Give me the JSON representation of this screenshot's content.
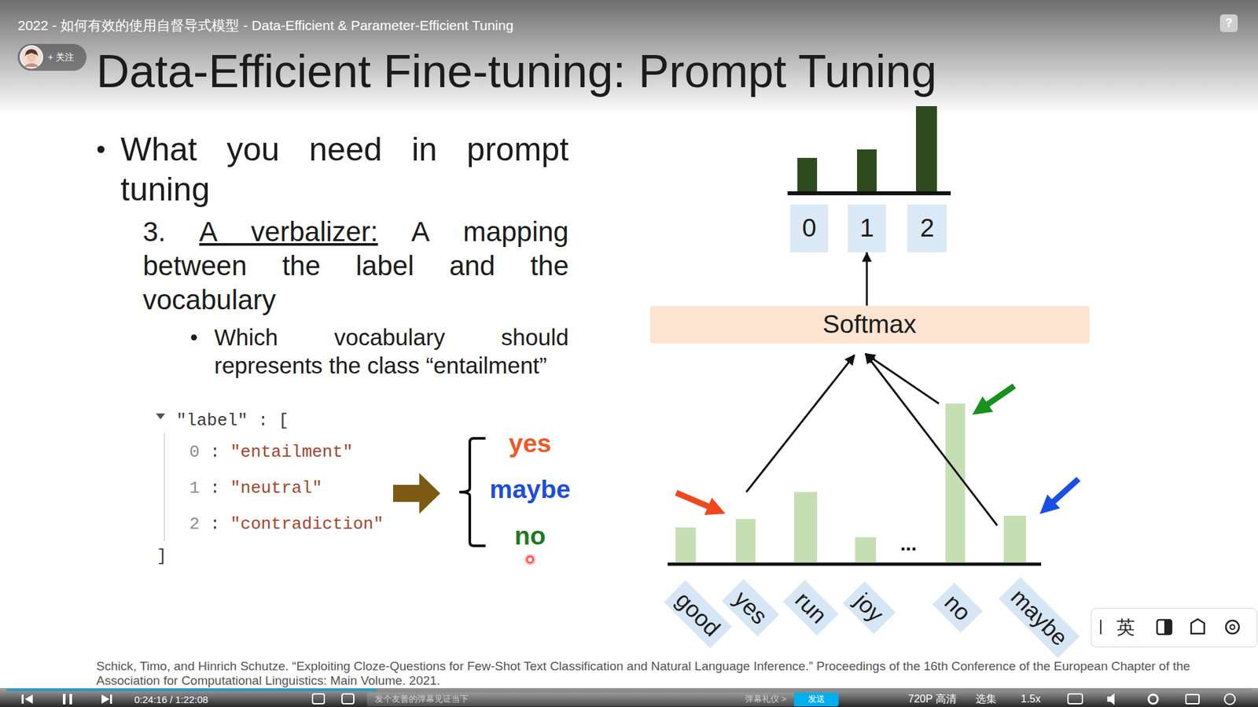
{
  "diagram": {
    "title": "Data-Efficient Fine-tuning: Prompt Tuning",
    "nodes": [
      {
        "text": [
          "+ 关注"
        ]
      },
      {
        "text": [
          "?"
        ]
      },
      {
        "text": [
          "0"
        ]
      },
      {
        "text": [
          "1"
        ]
      },
      {
        "text": [
          "2"
        ]
      },
      {
        "text": [
          "Softmax"
        ]
      },
      {
        "text": [
          "good"
        ]
      },
      {
        "text": [
          "yes"
        ]
      },
      {
        "text": [
          "run"
        ]
      },
      {
        "text": [
          "joy"
        ]
      },
      {
        "text": [
          "no"
        ]
      },
      {
        "text": [
          "maybe"
        ]
      },
      {
        "text": [
          "发个友善的弹幕见证当下",
          "弹幕礼仪 >"
        ]
      },
      {
        "text": [
          "发送"
        ],
        "in": 12
      },
      {
        "text": [
          "英"
        ]
      }
    ],
    "edges": [
      {
        "from": 5,
        "to": 3,
        "arrow": "to"
      }
    ],
    "labels": [
      "2022 - 如何有效的使用自督导式模型 - Data-Efficient & Parameter-Efficient Tuning",
      "What you need in prompt tuning",
      "3.",
      "A verbalizer:",
      "A mapping between the label and the vocabulary",
      "Which vocabulary should represents the class “entailment”",
      "\"label\"",
      ":",
      "[",
      "0",
      ":",
      "\"entailment\"",
      "1",
      ":",
      "\"neutral\"",
      "2",
      ":",
      "\"contradiction\"",
      "]",
      "yes",
      "maybe",
      "no",
      "...",
      "Schick, Timo, and Hinrich Schutze. “Exploiting Cloze-Questions for Few-Shot Text Classification and Natural Language Inference.” Proceedings of the 16th Conference of the European Chapter of the Association for Computational Linguistics: Main Volume. 2021.",
      "0:24:16 / 1:22:08",
      "720P 高清",
      "选集",
      "1.5x"
    ]
  }
}
